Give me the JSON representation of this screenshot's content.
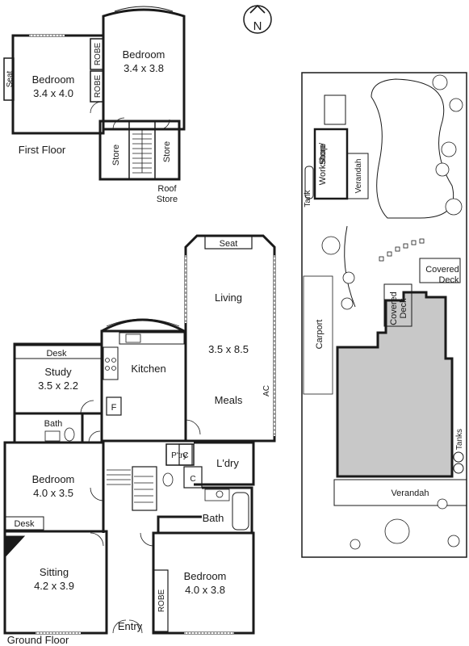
{
  "compass": {
    "letter": "N"
  },
  "first_floor": {
    "title": "First Floor",
    "bedroom_left": {
      "name": "Bedroom",
      "size": "3.4 x 4.0"
    },
    "bedroom_right": {
      "name": "Bedroom",
      "size": "3.4 x 3.8"
    },
    "seat": "Seat",
    "robe_top": "ROBE",
    "robe_bottom": "ROBE",
    "store_left": "Store",
    "store_right": "Store",
    "roof_store_line1": "Roof",
    "roof_store_line2": "Store"
  },
  "ground_floor": {
    "title": "Ground Floor",
    "seat": "Seat",
    "living": {
      "name": "Living",
      "size": "3.5 x 8.5"
    },
    "meals": "Meals",
    "ac": "AC",
    "kitchen": "Kitchen",
    "desk_study": "Desk",
    "study": {
      "name": "Study",
      "size": "3.5 x 2.2"
    },
    "f": "F",
    "bath_small": "Bath",
    "pantry": "P'try",
    "c_upper": "C",
    "c_lower": "C",
    "laundry": "L'dry",
    "bedroom_mid": {
      "name": "Bedroom",
      "size": "4.0 x 3.5"
    },
    "desk_bed": "Desk",
    "bath_main": "Bath",
    "sitting": {
      "name": "Sitting",
      "size": "4.2 x 3.9"
    },
    "bedroom_front": {
      "name": "Bedroom",
      "size": "4.0 x 3.8"
    },
    "robe": "ROBE",
    "entry": "Entry"
  },
  "site_plan": {
    "workshop_line1": "Workshop/",
    "workshop_line2": "Store",
    "verandah_rear": "Verandah",
    "tank": "Tank",
    "covered_deck_right_line1": "Covered",
    "covered_deck_right_line2": "Deck",
    "covered_deck_left_line1": "Covered",
    "covered_deck_left_line2": "Deck",
    "carport": "Carport",
    "tanks": "Tanks",
    "verandah_front": "Verandah"
  },
  "colors": {
    "wall": "#1a1a1a",
    "house_fill": "#c8c8c8",
    "background": "#ffffff"
  }
}
